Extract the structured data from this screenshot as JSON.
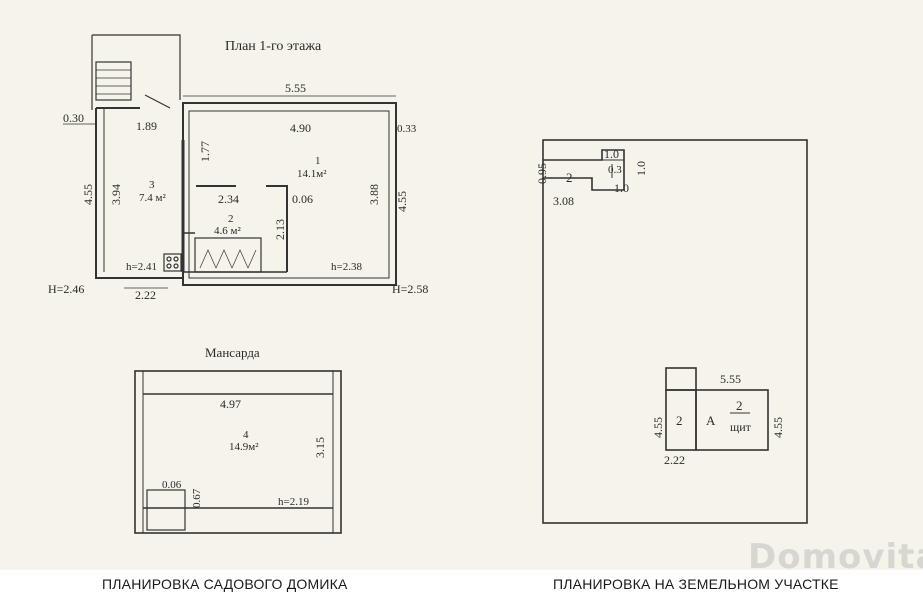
{
  "plan1": {
    "title": "План 1-го этажа",
    "dims": {
      "top_outer": "5.55",
      "top_inner": "4.90",
      "porch": "1.89",
      "wall_left": "0.30",
      "wall_right": "0.33",
      "h177": "1.77",
      "h394": "3.94",
      "h455_left": "4.55",
      "h388": "3.88",
      "h455_right": "4.55",
      "w234": "2.34",
      "w006": "0.06",
      "h213": "2.13",
      "bottom": "2.22",
      "H_left": "H=2.46",
      "H_right": "H=2.58",
      "h_kitchen": "h=2.41",
      "h_room1": "h=2.38"
    },
    "rooms": [
      {
        "num": "1",
        "area": "14.1м²"
      },
      {
        "num": "3",
        "area": "7.4 м²"
      },
      {
        "num": "2",
        "area": "4.6 м²"
      }
    ]
  },
  "attic": {
    "title": "Мансарда",
    "dims": {
      "width": "4.97",
      "depth": "3.15",
      "small_w": "0.06",
      "small_h": "0.67",
      "height": "h=2.19"
    },
    "room": {
      "num": "4",
      "area": "14.9м²"
    }
  },
  "site": {
    "dims": {
      "n095": "0.95",
      "n10a": "1.0",
      "n10b": "1.0",
      "n10c": "1.0",
      "n03": "0.3",
      "w308": "3.08",
      "w555": "5.55",
      "h455l": "4.55",
      "h455r": "4.55",
      "w222": "2.22"
    },
    "labels": {
      "bld_small": "2",
      "bld_a": "А",
      "bld_2": "2",
      "shed": "2",
      "shield": "щит"
    }
  },
  "captions": {
    "left": "ПЛАНИРОВКА САДОВОГО ДОМИКА",
    "right": "ПЛАНИРОВКА НА ЗЕМЕЛЬНОМ УЧАСТКЕ"
  },
  "watermark": "Domovita"
}
